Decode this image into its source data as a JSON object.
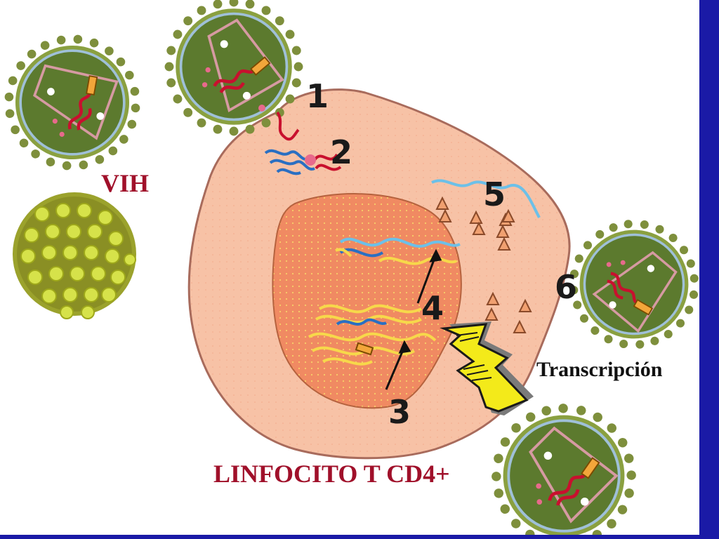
{
  "labels": {
    "virus_label": "VIH",
    "cell_label": "LINFOCITO T CD4+",
    "transcription_label": "Transcripción"
  },
  "steps": [
    "1",
    "2",
    "3",
    "4",
    "5",
    "6"
  ],
  "colors": {
    "label_red": "#a0102a",
    "cell_cytoplasm": "#f7c2a6",
    "cell_outline": "#a86b5c",
    "nucleus": "#f08a62",
    "virus_green": "#5c7a2e",
    "virus_spike": "#7e8f3c",
    "rna_red": "#c8102e",
    "dna_blue": "#2a6fc2",
    "dna_cyan": "#6cc0e8",
    "dna_yellow": "#f7d84a",
    "arrow_yellow": "#f3ea1a",
    "frame_blue": "#1a1aa6"
  },
  "icons": [
    "hiv-virion-icon",
    "hiv-capsid-icon",
    "lightning-arrow-icon"
  ]
}
